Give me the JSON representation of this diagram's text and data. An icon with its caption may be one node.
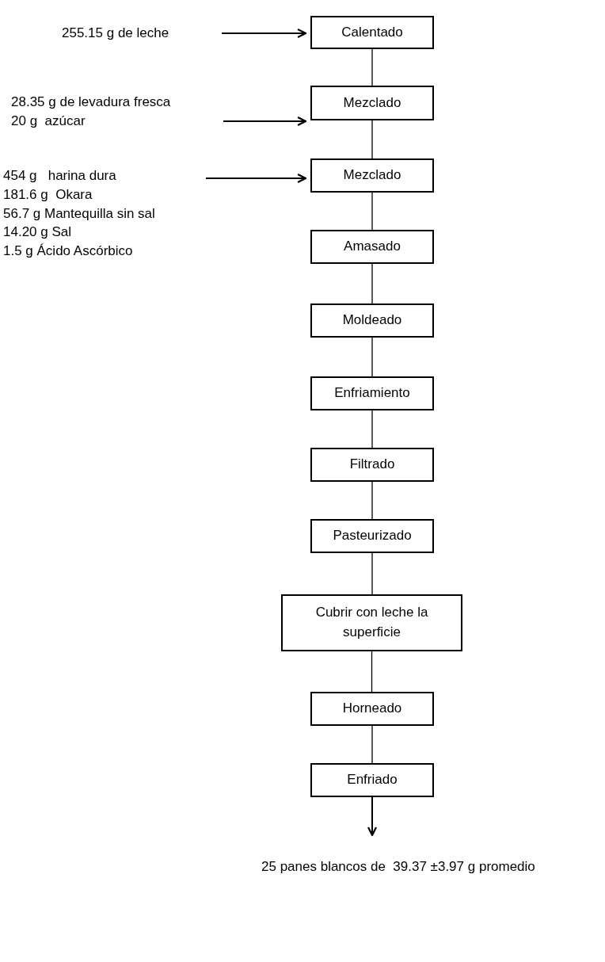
{
  "diagram": {
    "nodes": [
      {
        "text": [
          "255.15 g de leche"
        ]
      },
      {
        "text": [
          "Calentado"
        ]
      },
      {
        "text": [
          "28.35 g de levadura fresca",
          "20 g  azúcar"
        ]
      },
      {
        "text": [
          "Mezclado"
        ]
      },
      {
        "text": [
          "454 g   harina dura",
          "181.6 g  Okara",
          "56.7 g Mantequilla sin sal",
          "14.20 g Sal",
          "1.5 g Ácido Ascórbico"
        ]
      },
      {
        "text": [
          "Mezclado"
        ]
      },
      {
        "text": [
          "Amasado"
        ]
      },
      {
        "text": [
          "Moldeado"
        ]
      },
      {
        "text": [
          "Enfriamiento"
        ]
      },
      {
        "text": [
          "Filtrado"
        ]
      },
      {
        "text": [
          "Pasteurizado"
        ]
      },
      {
        "text": [
          "Cubrir con leche la superficie"
        ]
      },
      {
        "text": [
          "Horneado"
        ]
      },
      {
        "text": [
          "Enfriado"
        ]
      },
      {
        "text": [
          "25 panes blancos de  39.37 ±3.97 g promedio"
        ]
      }
    ],
    "edges": [
      {
        "from": 0,
        "to": 1,
        "arrow": "to"
      },
      {
        "from": 1,
        "to": 3,
        "arrow": "none"
      },
      {
        "from": 2,
        "to": 3,
        "arrow": "to"
      },
      {
        "from": 3,
        "to": 5,
        "arrow": "none"
      },
      {
        "from": 4,
        "to": 5,
        "arrow": "to"
      },
      {
        "from": 5,
        "to": 6,
        "arrow": "none"
      },
      {
        "from": 6,
        "to": 7,
        "arrow": "none"
      },
      {
        "from": 7,
        "to": 8,
        "arrow": "none"
      },
      {
        "from": 8,
        "to": 9,
        "arrow": "none"
      },
      {
        "from": 9,
        "to": 10,
        "arrow": "none"
      },
      {
        "from": 10,
        "to": 11,
        "arrow": "none"
      },
      {
        "from": 11,
        "to": 12,
        "arrow": "none"
      },
      {
        "from": 12,
        "to": 13,
        "arrow": "none"
      },
      {
        "from": 13,
        "to": 14,
        "arrow": "to"
      }
    ]
  }
}
